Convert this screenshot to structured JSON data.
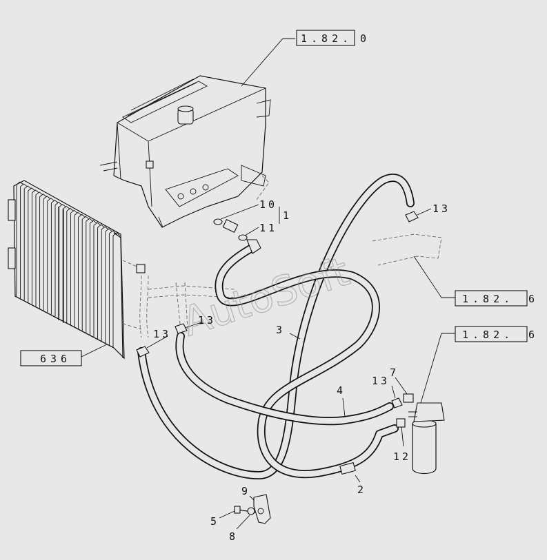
{
  "watermark": "AutoSoft",
  "refs": [
    {
      "id": "ref-1-82-0",
      "boxed": "1.82.",
      "suffix": "0"
    },
    {
      "id": "ref-1-82-6-a",
      "boxed": "1.82.",
      "suffix": "6"
    },
    {
      "id": "ref-1-82-6-b",
      "boxed": "1.82.",
      "suffix": "6"
    },
    {
      "id": "ref-636",
      "boxed": "636",
      "suffix": ""
    }
  ],
  "callouts": {
    "c10": "10",
    "c11": "11",
    "c1": "1",
    "c13a": "13",
    "c13b": "13",
    "c13c": "13",
    "c13d": "13",
    "c3": "3",
    "c4": "4",
    "c7": "7",
    "c12": "12",
    "c2": "2",
    "c9": "9",
    "c5": "5",
    "c8": "8"
  },
  "colors": {
    "background": "#e8e8e8",
    "ink": "#111111",
    "watermark": "#8f8f8f"
  }
}
